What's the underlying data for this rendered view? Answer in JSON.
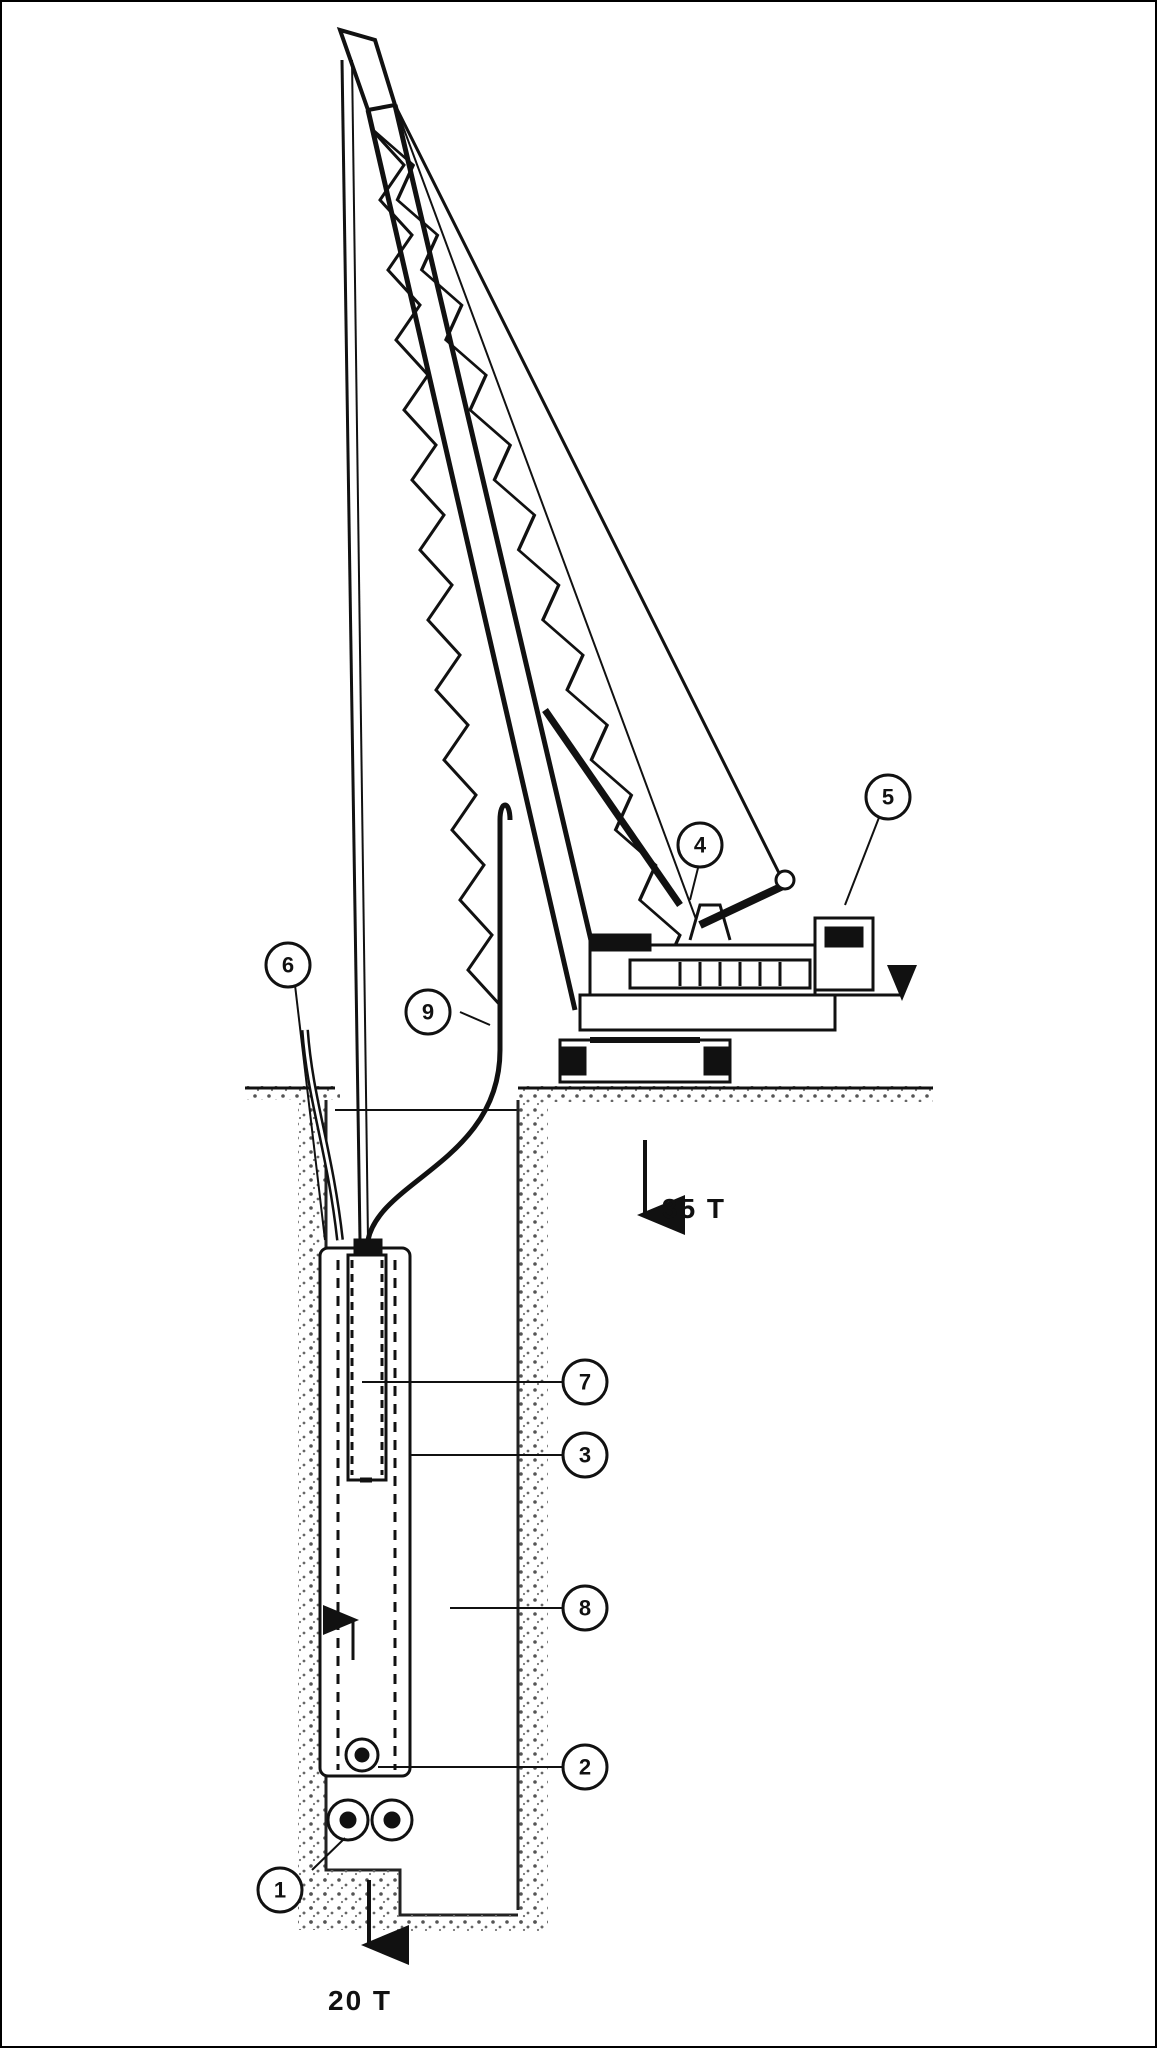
{
  "callouts": {
    "c1": "1",
    "c2": "2",
    "c3": "3",
    "c4": "4",
    "c5": "5",
    "c6": "6",
    "c7": "7",
    "c8": "8",
    "c9": "9"
  },
  "loads": {
    "crane_load": "35 T",
    "bottom_load": "20 T"
  },
  "colors": {
    "ink": "#111111",
    "background": "#ffffff",
    "soil": "#555555"
  }
}
